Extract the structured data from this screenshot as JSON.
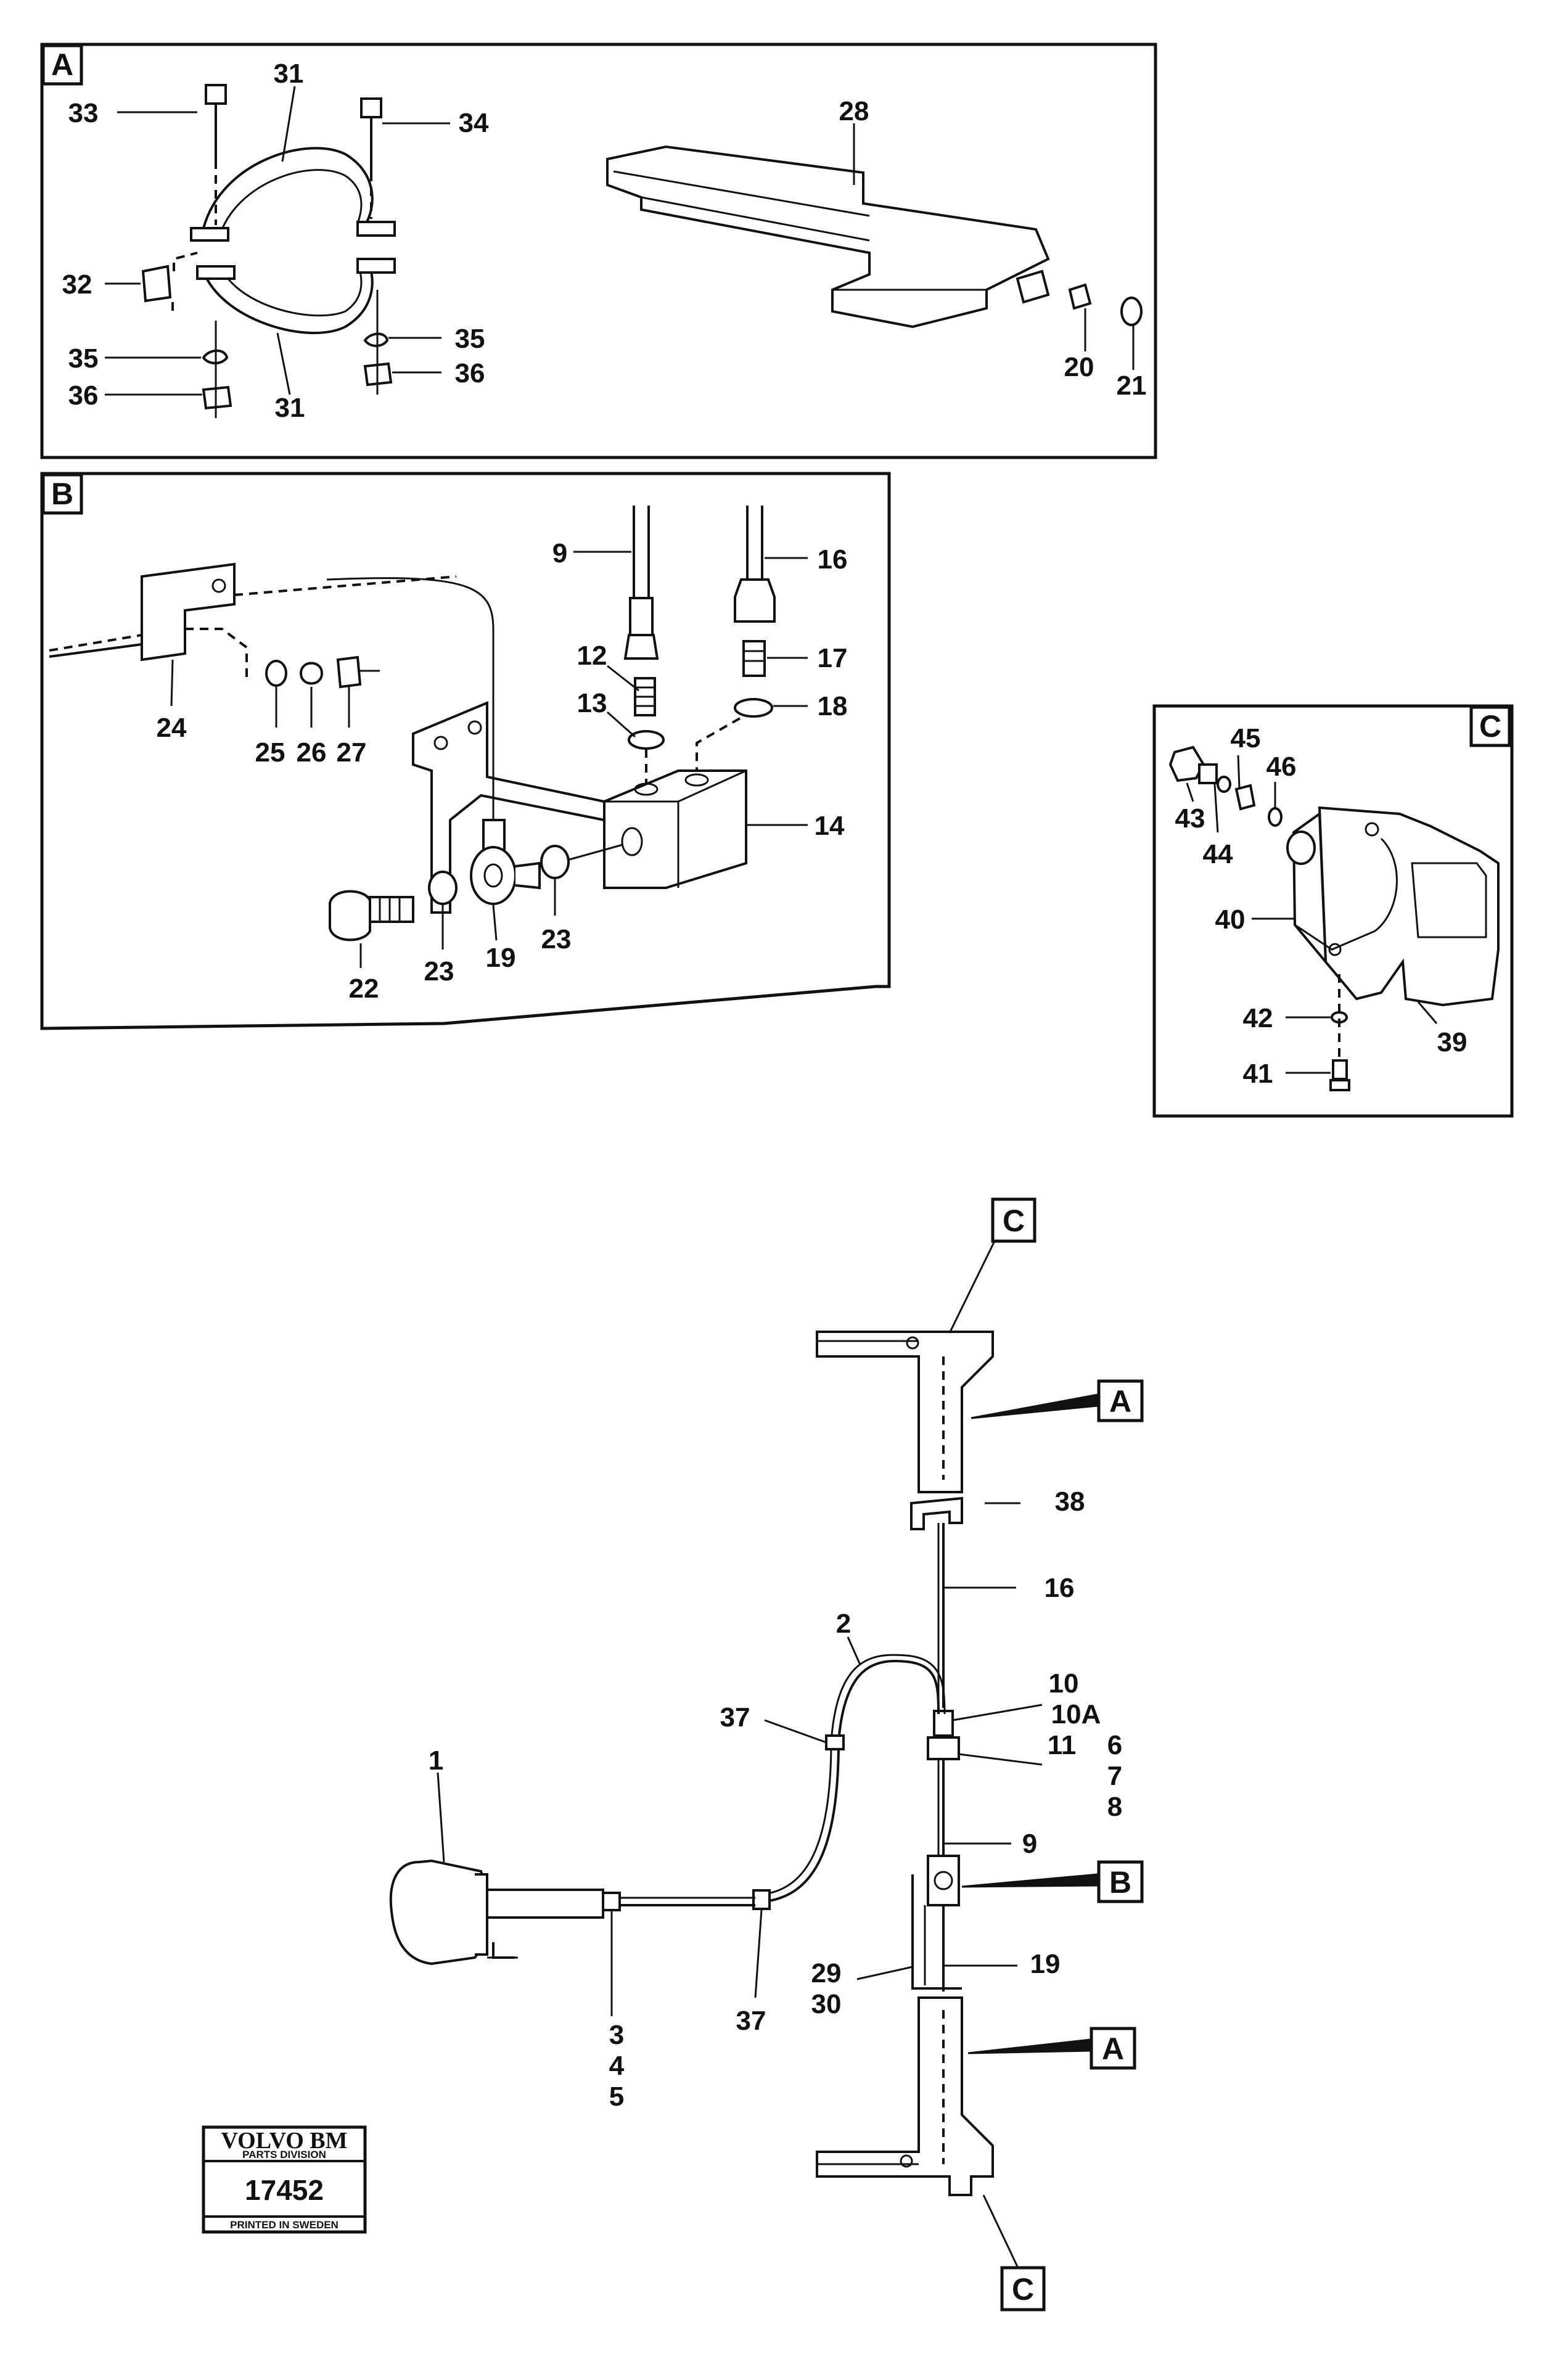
{
  "detail_boxes": {
    "a": "A",
    "b": "B",
    "c": "C"
  },
  "ref_markers": {
    "c_top": "C",
    "a_upper": "A",
    "b_mid": "B",
    "a_lower": "A",
    "c_bottom": "C"
  },
  "labels_a": {
    "l31_top": "31",
    "l33": "33",
    "l34": "34",
    "l28": "28",
    "l32": "32",
    "l35_right": "35",
    "l35_left": "35",
    "l36_right": "36",
    "l36_left": "36",
    "l31_bottom": "31",
    "l20": "20",
    "l21": "21"
  },
  "labels_b": {
    "l9": "9",
    "l16": "16",
    "l12": "12",
    "l17": "17",
    "l13": "13",
    "l18": "18",
    "l24": "24",
    "l25": "25",
    "l26": "26",
    "l27": "27",
    "l14": "14",
    "l22": "22",
    "l23_left": "23",
    "l19": "19",
    "l23_right": "23"
  },
  "labels_c": {
    "l45": "45",
    "l46": "46",
    "l43": "43",
    "l44": "44",
    "l40": "40",
    "l42": "42",
    "l39": "39",
    "l41": "41"
  },
  "labels_main": {
    "l38": "38",
    "l16": "16",
    "l2": "2",
    "l10": "10",
    "l10a": "10A",
    "l37_top": "37",
    "l11": "11",
    "l6": "6",
    "l7": "7",
    "l8": "8",
    "l1": "1",
    "l9": "9",
    "l19": "19",
    "l29": "29",
    "l30": "30",
    "l3": "3",
    "l4": "4",
    "l5": "5",
    "l37_bottom": "37"
  },
  "logo": {
    "brand": "VOLVO BM",
    "division": "PARTS DIVISION",
    "number": "17452",
    "footer": "PRINTED IN SWEDEN"
  }
}
